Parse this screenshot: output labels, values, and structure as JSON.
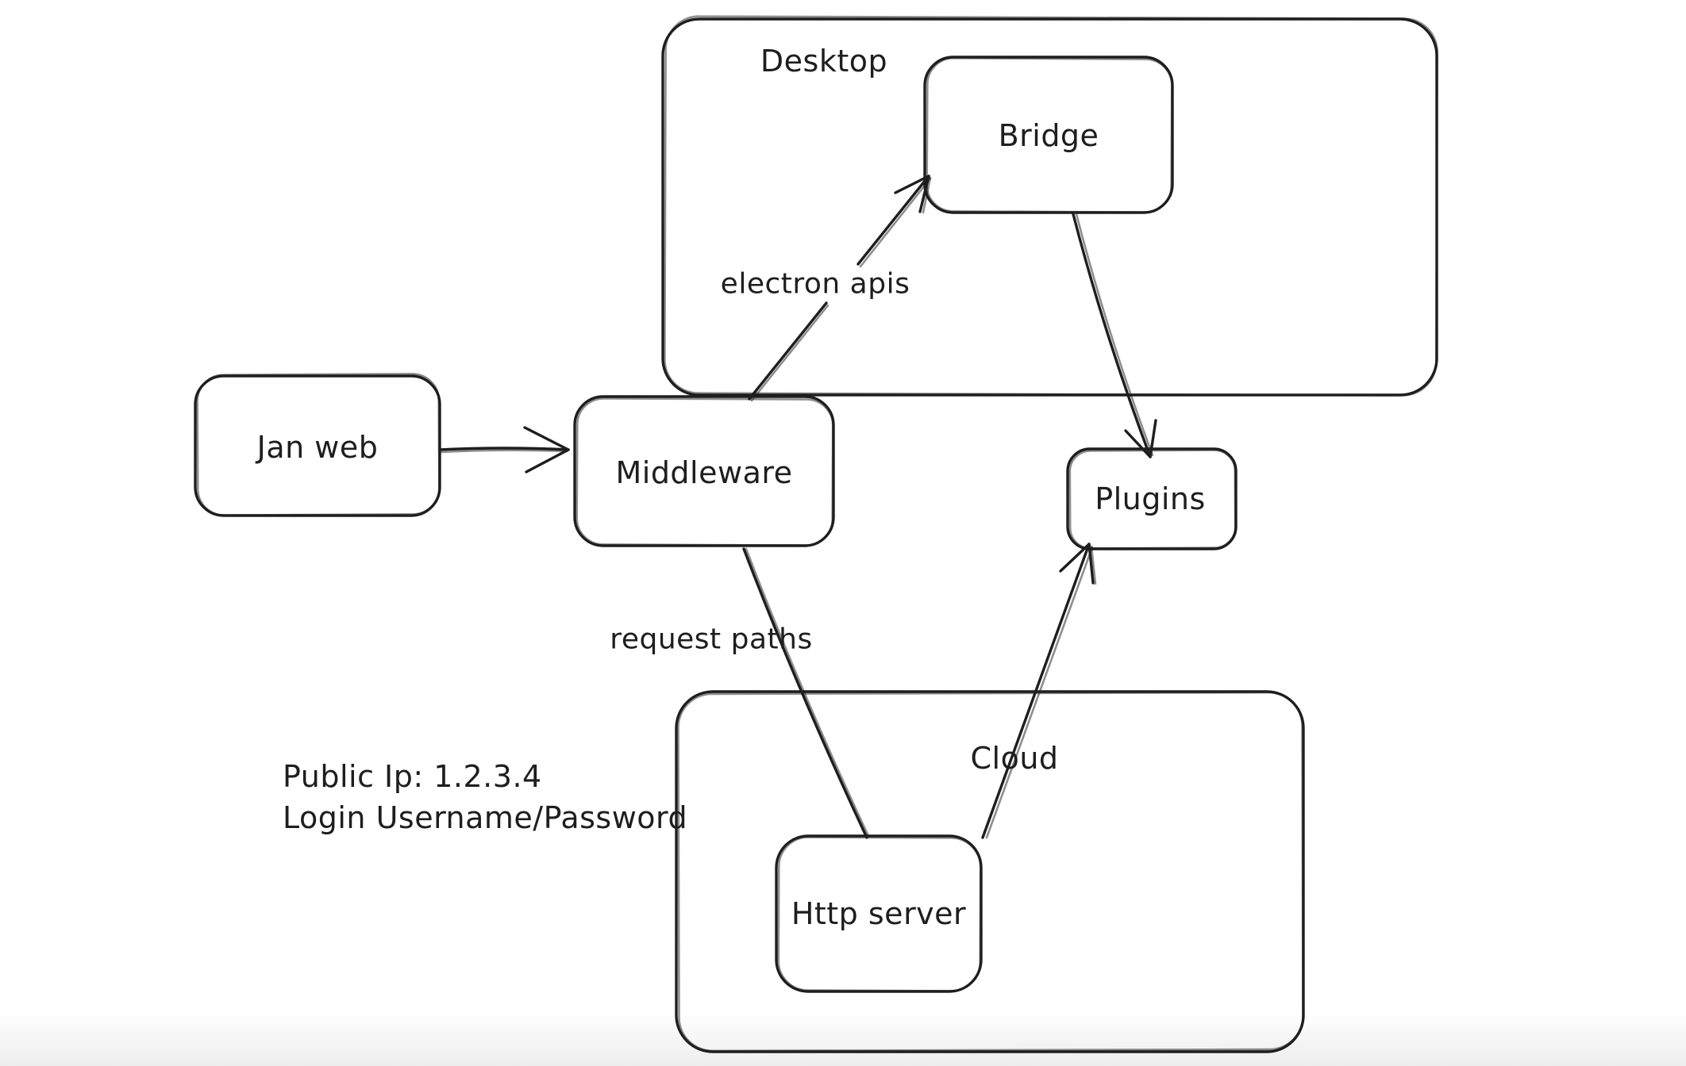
{
  "diagram": {
    "colors": {
      "stroke": "#1e1e1e",
      "background": "#ffffff"
    },
    "containers": [
      {
        "id": "desktop",
        "label": "Desktop"
      },
      {
        "id": "cloud",
        "label": "Cloud"
      }
    ],
    "nodes": [
      {
        "id": "jan-web",
        "label": "Jan web"
      },
      {
        "id": "middleware",
        "label": "Middleware"
      },
      {
        "id": "bridge",
        "label": "Bridge"
      },
      {
        "id": "plugins",
        "label": "Plugins"
      },
      {
        "id": "http-server",
        "label": "Http server"
      }
    ],
    "edges": [
      {
        "from": "jan-web",
        "to": "middleware",
        "label": ""
      },
      {
        "from": "middleware",
        "to": "bridge",
        "label": "electron apis"
      },
      {
        "from": "bridge",
        "to": "plugins",
        "label": ""
      },
      {
        "from": "middleware",
        "to": "http-server",
        "label": "request paths"
      },
      {
        "from": "http-server",
        "to": "plugins",
        "label": ""
      }
    ],
    "annotations": [
      {
        "label": "Public Ip: 1.2.3.4"
      },
      {
        "label": "Login Username/Password"
      }
    ]
  }
}
